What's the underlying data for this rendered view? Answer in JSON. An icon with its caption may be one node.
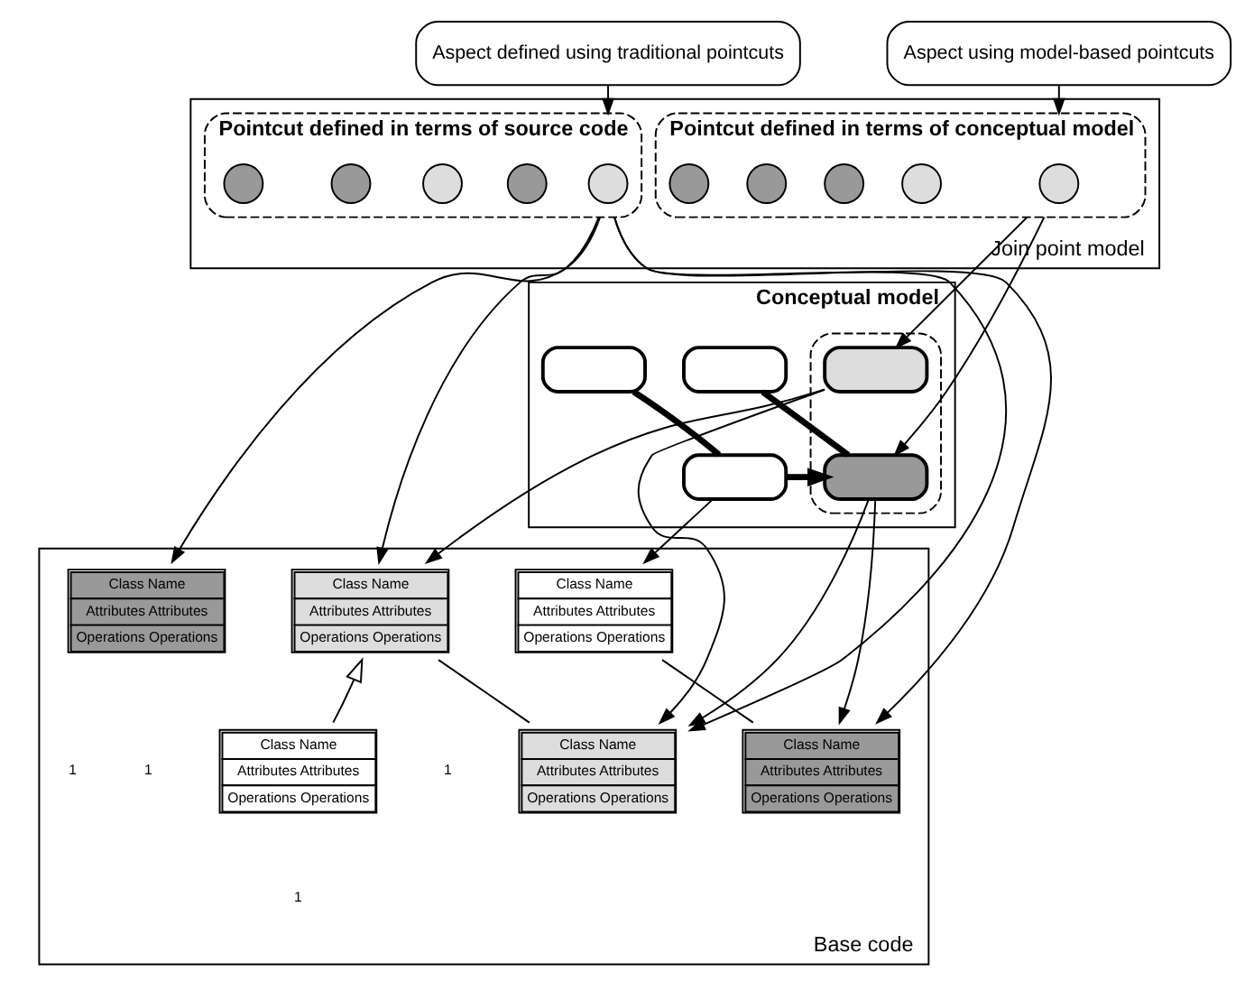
{
  "diagram": {
    "nodes": [
      {
        "text": [
          "Aspect defined using traditional pointcuts"
        ]
      },
      {
        "text": [
          "Aspect using model-based pointcuts"
        ]
      },
      {
        "text": [
          "Join point model"
        ]
      },
      {
        "text": [
          "Pointcut defined in terms of source code"
        ],
        "in": 2
      },
      {
        "text": [],
        "shape": "circle",
        "in": 3
      },
      {
        "text": [],
        "shape": "circle",
        "in": 3
      },
      {
        "text": [],
        "shape": "circle",
        "in": 3
      },
      {
        "text": [],
        "shape": "circle",
        "in": 3
      },
      {
        "text": [],
        "shape": "circle",
        "in": 3
      },
      {
        "text": [
          "Pointcut defined in terms of conceptual model"
        ],
        "in": 2
      },
      {
        "text": [],
        "shape": "circle",
        "in": 9
      },
      {
        "text": [],
        "shape": "circle",
        "in": 9
      },
      {
        "text": [],
        "shape": "circle",
        "in": 9
      },
      {
        "text": [],
        "shape": "circle",
        "in": 9
      },
      {
        "text": [],
        "shape": "circle",
        "in": 9
      },
      {
        "text": [
          "Conceptual model"
        ]
      },
      {
        "text": [],
        "shape": "box",
        "in": 15
      },
      {
        "text": [],
        "shape": "box",
        "in": 16
      },
      {
        "text": [],
        "shape": "box",
        "in": 16
      },
      {
        "text": [],
        "shape": "box",
        "in": 15
      },
      {
        "text": [],
        "shape": "box",
        "in": 15
      },
      {
        "text": [],
        "shape": "box",
        "in": 15
      },
      {
        "text": [
          "Base code"
        ]
      },
      {
        "text": [
          "Class Name",
          "Attributes Attributes",
          "Operations Operations"
        ],
        "in": 22
      },
      {
        "text": [
          "Class Name",
          "Attributes Attributes",
          "Operations Operations"
        ],
        "in": 22
      },
      {
        "text": [
          "Class Name",
          "Attributes Attributes",
          "Operations Operations"
        ],
        "in": 22
      },
      {
        "text": [
          "Class Name",
          "Attributes Attributes",
          "Operations Operations"
        ],
        "in": 22
      },
      {
        "text": [
          "Class Name",
          "Attributes Attributes",
          "Operations Operations"
        ],
        "in": 22
      },
      {
        "text": [
          "Class Name",
          "Attributes Attributes",
          "Operations Operations"
        ],
        "in": 22
      }
    ],
    "edges": [
      {
        "from": 0,
        "to": 3,
        "arrow": "to"
      },
      {
        "from": 1,
        "to": 9,
        "arrow": "to"
      },
      {
        "from": 9,
        "to": 17,
        "arrow": "to"
      },
      {
        "from": 9,
        "to": 18,
        "arrow": "to"
      },
      {
        "from": 18,
        "to": 19,
        "arrow": "none",
        "style": "thick"
      },
      {
        "from": 21,
        "to": 18,
        "arrow": "to",
        "style": "thick"
      },
      {
        "from": 21,
        "to": 20,
        "arrow": "none",
        "style": "thick"
      },
      {
        "from": 3,
        "to": 23,
        "arrow": "to"
      },
      {
        "from": 3,
        "to": 27,
        "arrow": "to"
      },
      {
        "from": 3,
        "to": 24,
        "arrow": "to"
      },
      {
        "from": 3,
        "to": 28,
        "arrow": "to"
      },
      {
        "from": 17,
        "to": 23,
        "arrow": "to"
      },
      {
        "from": 17,
        "to": 27,
        "arrow": "to"
      },
      {
        "from": 18,
        "to": 27,
        "arrow": "to"
      },
      {
        "from": 18,
        "to": 28,
        "arrow": "to"
      },
      {
        "from": 21,
        "to": 25,
        "arrow": "to"
      },
      {
        "from": 26,
        "to": 23,
        "arrow": "to"
      },
      {
        "from": 23,
        "to": 27,
        "arrow": "none"
      },
      {
        "from": 25,
        "to": 28,
        "arrow": "none"
      }
    ],
    "labels": [
      "1",
      "1",
      "1",
      "1"
    ]
  }
}
